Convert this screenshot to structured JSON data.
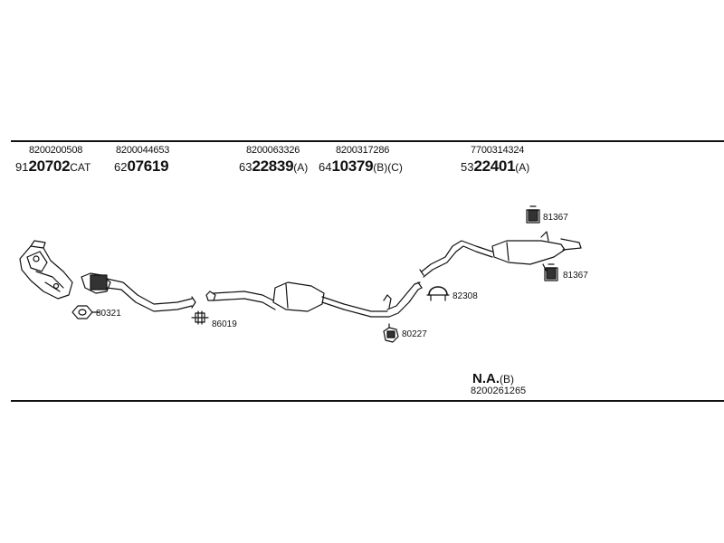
{
  "parts": [
    {
      "ref": "8200200508",
      "prefix": "91",
      "main": "20702",
      "suffix": "CAT"
    },
    {
      "ref": "8200044653",
      "prefix": "62",
      "main": "07619",
      "suffix": ""
    },
    {
      "ref": "8200063326",
      "prefix": "63",
      "main": "22839",
      "suffix": "(A)"
    },
    {
      "ref": "8200317286",
      "prefix": "64",
      "main": "10379",
      "suffix": "(B)(C)"
    },
    {
      "ref": "7700314324",
      "prefix": "53",
      "main": "22401",
      "suffix": "(A)"
    }
  ],
  "callouts": {
    "c80321": "80321",
    "c86019": "86019",
    "c80227": "80227",
    "c82308": "82308",
    "c81367a": "81367",
    "c81367b": "81367"
  },
  "na": {
    "main": "N.A.",
    "suffix": "(B)",
    "ref": "8200261265"
  }
}
